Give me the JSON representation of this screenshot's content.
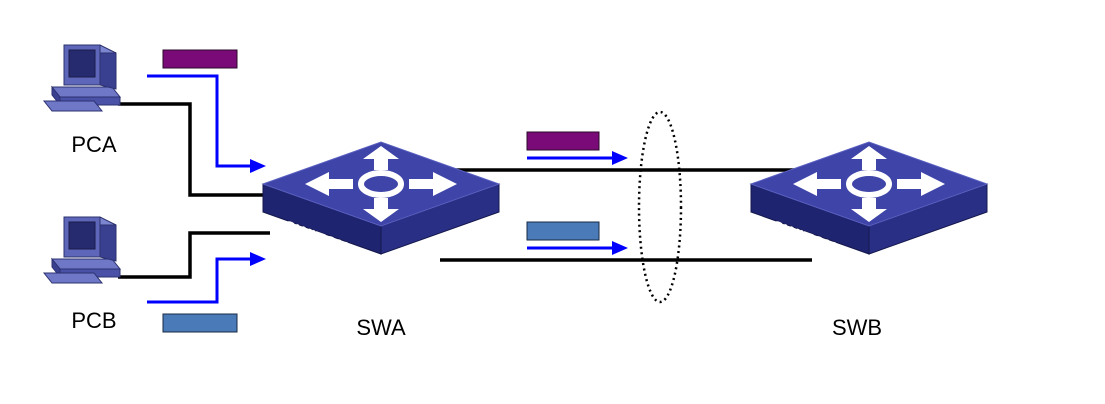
{
  "nodes": {
    "pca": {
      "label": "PCA"
    },
    "pcb": {
      "label": "PCB"
    },
    "swa": {
      "label": "SWA",
      "device_text": "SWITCH"
    },
    "swb": {
      "label": "SWB",
      "device_text": "SWITCH"
    }
  },
  "colors": {
    "frame_a": "#7a0a78",
    "frame_b": "#4a7ab8",
    "arrow": "#0000ff",
    "link": "#000000",
    "switch_top": "#3e44a8",
    "switch_side": "#2a2f86",
    "switch_front": "#1f2470",
    "pc_body": "#5d66b8"
  },
  "aggregation_group": {
    "style": "dotted-ellipse"
  }
}
